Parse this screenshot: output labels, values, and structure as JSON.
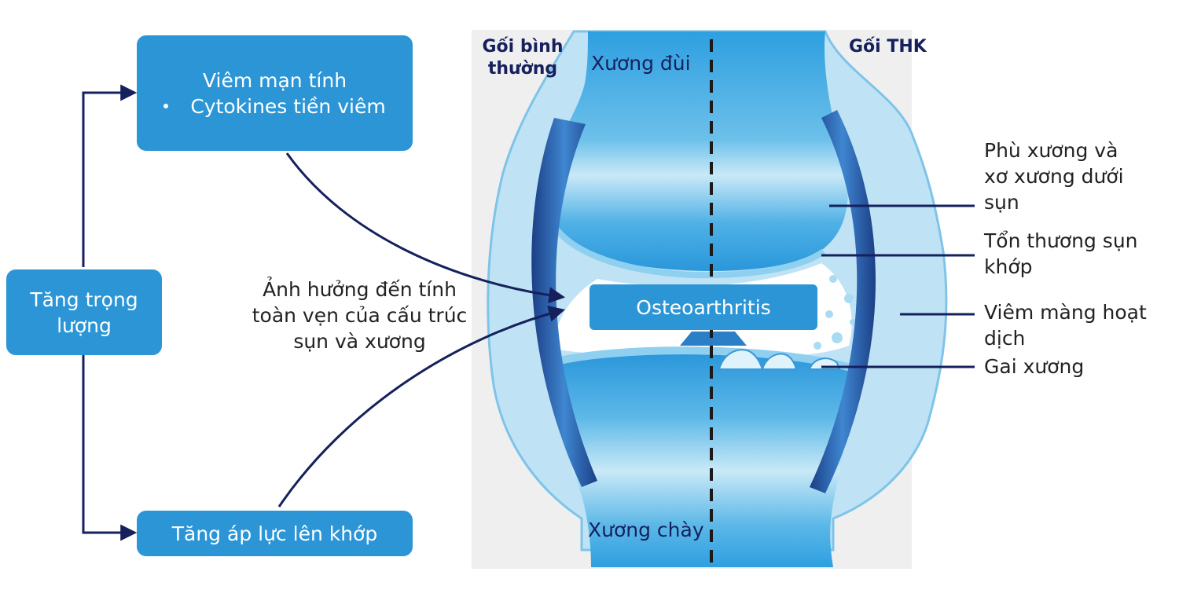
{
  "boxes": {
    "chronic": {
      "title": "Viêm mạn tính",
      "bullet": "Cytokines tiền viêm"
    },
    "weight": {
      "title": "Tăng trọng lượng"
    },
    "pressure": {
      "title": "Tăng áp lực lên khớp"
    },
    "oa": {
      "title": "Osteoarthritis"
    }
  },
  "impact_text": "Ảnh hưởng đến tính toàn vẹn của cấu trúc sụn và xương",
  "knee": {
    "normal": "Gối bình thường",
    "oa": "Gối THK",
    "femur": "Xương đùi",
    "tibia": "Xương chày"
  },
  "callouts": [
    {
      "text": "Phù xương và xơ xương dưới sụn"
    },
    {
      "text": "Tổn thương sụn khớp"
    },
    {
      "text": "Viêm màng hoạt dịch"
    },
    {
      "text": "Gai xương"
    }
  ],
  "colors": {
    "box": "#2b95d6",
    "arrow": "#16205c",
    "bone": "#3aa6e2",
    "ligament": "#1f4e9a",
    "capsule": "#bfe3f4"
  }
}
